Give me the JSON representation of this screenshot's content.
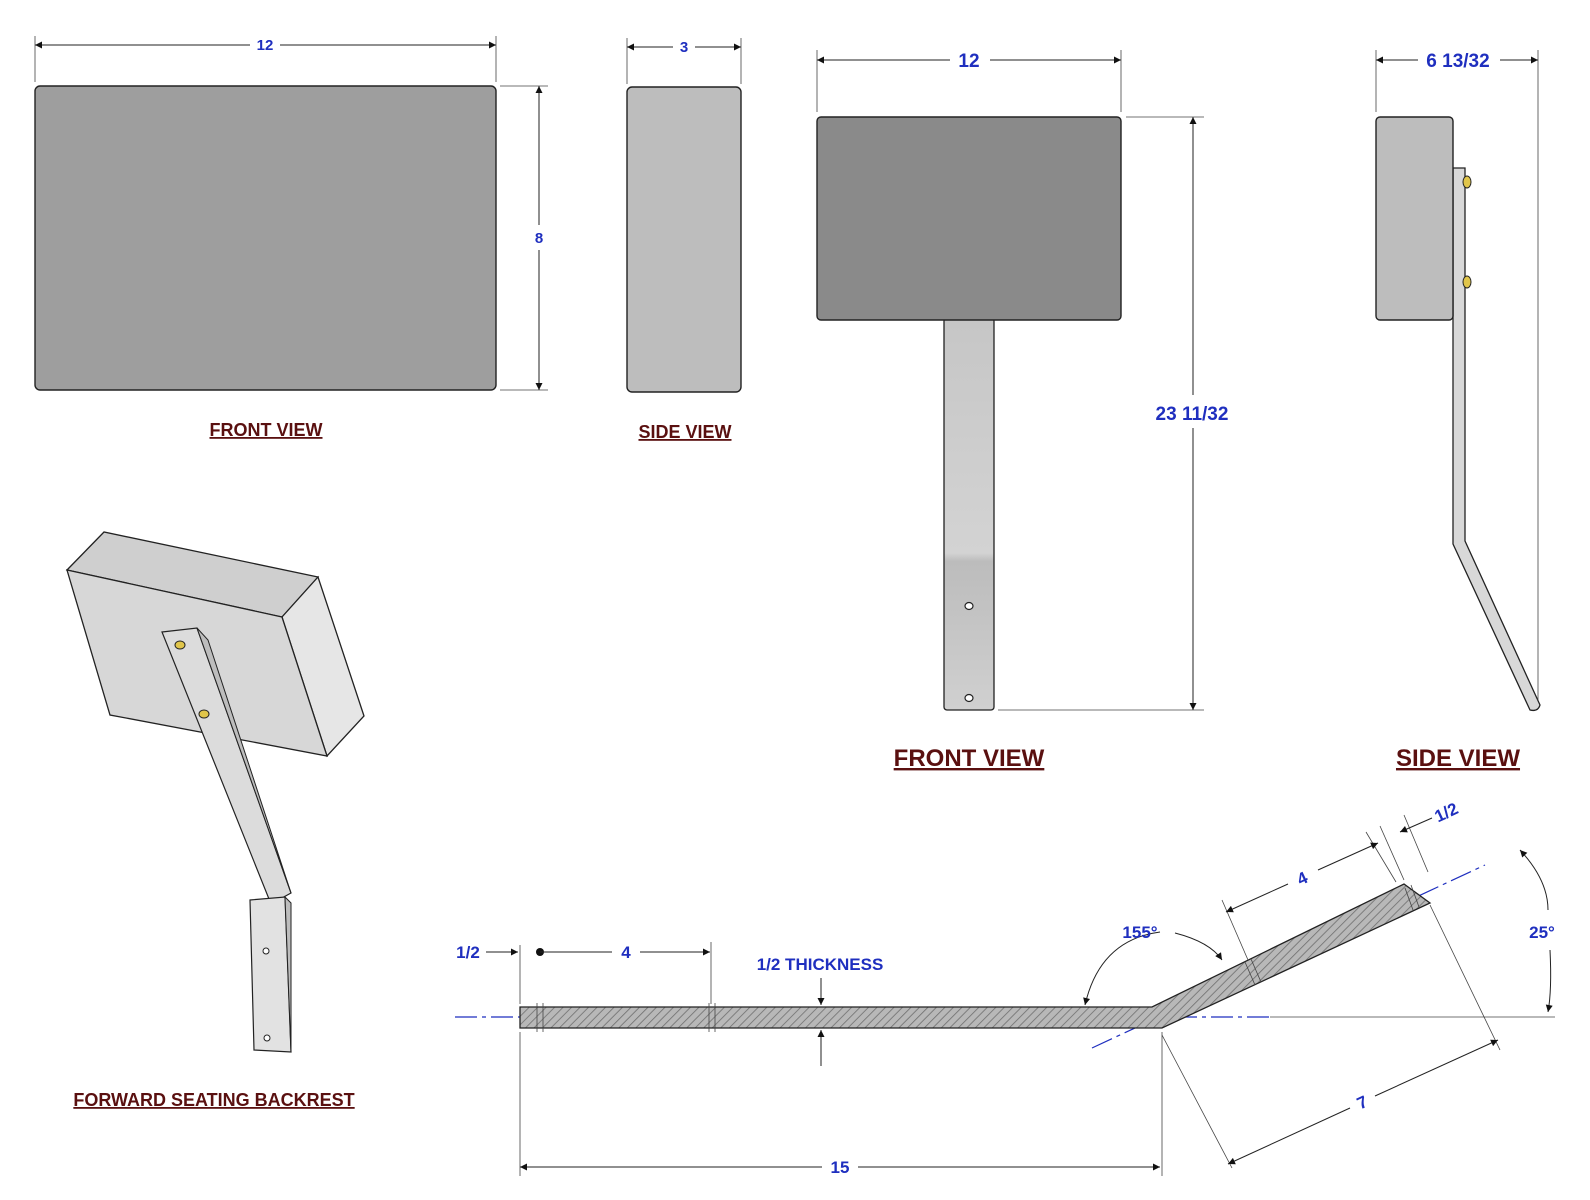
{
  "views": {
    "small_front_title": "FRONT VIEW",
    "small_side_title": "SIDE VIEW",
    "large_front_title": "FRONT VIEW",
    "large_side_title": "SIDE VIEW",
    "iso_title": "FORWARD SEATING BACKREST"
  },
  "dimensions": {
    "pad_width": "12",
    "pad_height": "8",
    "pad_depth": "3",
    "assembly_width": "12",
    "assembly_height": "23 11/32",
    "assembly_depth": "6 13/32",
    "bar_end_offset": "1/2",
    "hole_spacing": "4",
    "thickness_label": "1/2 THICKNESS",
    "bend_angle": "155°",
    "upper_hole_spacing": "4",
    "upper_end_offset": "1/2",
    "tilt_angle": "25°",
    "upper_length": "7",
    "lower_length": "15"
  },
  "colors": {
    "dimension_text": "#1f2fbf",
    "title_text": "#5a1010",
    "pad_dark": "#8a8a8a",
    "pad_medium": "#9e9e9e",
    "pad_light": "#bdbdbd",
    "hatch": "#a0a0a0"
  }
}
